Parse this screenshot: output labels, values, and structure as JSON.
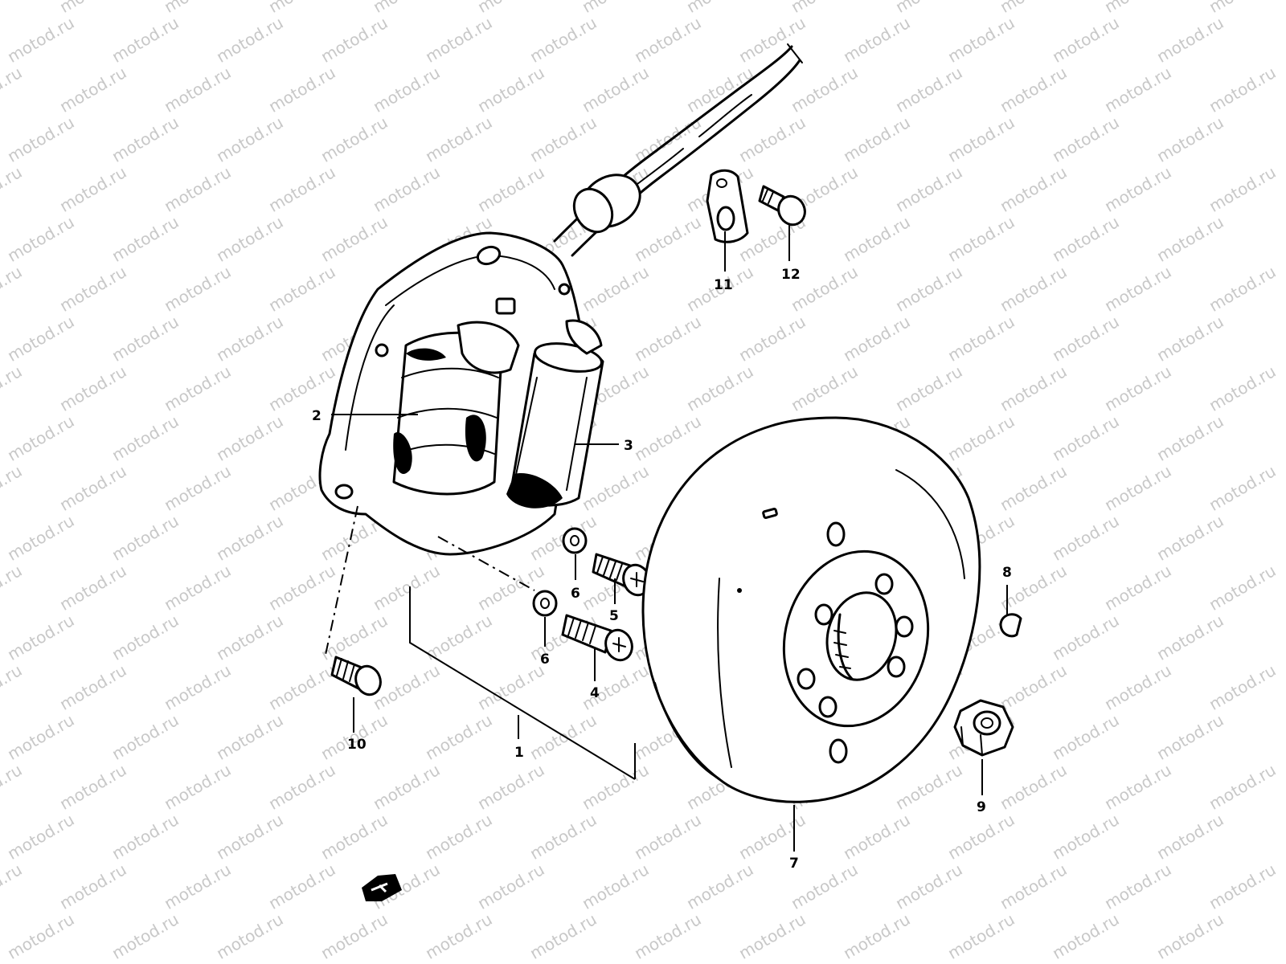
{
  "watermark": {
    "text": "motod.ru",
    "color": "#c8c8c8"
  },
  "diagram": {
    "line_color": "#000000",
    "callouts": [
      {
        "id": "c1",
        "label": "1"
      },
      {
        "id": "c2",
        "label": "2"
      },
      {
        "id": "c3",
        "label": "3"
      },
      {
        "id": "c4",
        "label": "4"
      },
      {
        "id": "c5",
        "label": "5"
      },
      {
        "id": "c6a",
        "label": "6"
      },
      {
        "id": "c6b",
        "label": "6"
      },
      {
        "id": "c7",
        "label": "7"
      },
      {
        "id": "c8",
        "label": "8"
      },
      {
        "id": "c9",
        "label": "9"
      },
      {
        "id": "c10",
        "label": "10"
      },
      {
        "id": "c11",
        "label": "11"
      },
      {
        "id": "c12",
        "label": "12"
      }
    ]
  }
}
